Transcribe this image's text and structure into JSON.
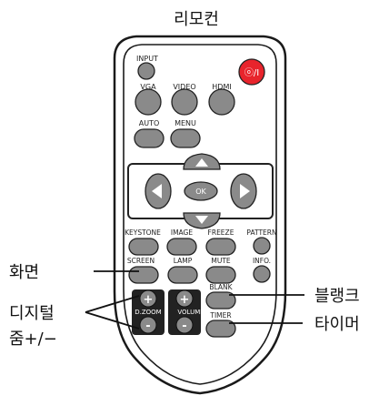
{
  "title": "리모컨",
  "remote": {
    "input_label": "INPUT",
    "power_label": "ⓞ/I",
    "vga_label": "VGA",
    "video_label": "VIDEO",
    "hdmi_label": "HDMI",
    "auto_label": "AUTO",
    "menu_label": "MENU",
    "ok_label": "OK",
    "keystone_label": "KEYSTONE",
    "image_label": "IMAGE",
    "freeze_label": "FREEZE",
    "pattern_label": "PATTERN",
    "screen_label": "SCREEN",
    "lamp_label": "LAMP",
    "mute_label": "MUTE",
    "info_label": "INFO.",
    "blank_label": "BLANK",
    "timer_label": "TIMER",
    "dzoom_label": "D.ZOOM",
    "volume_label": "VOLUME",
    "plus_glyph": "+",
    "minus_glyph": "-"
  },
  "callouts": {
    "screen": "화면",
    "digital_zoom_line1": "디지털",
    "digital_zoom_line2": "줌+/−",
    "blank": "블랭크",
    "timer": "타이머"
  },
  "colors": {
    "button_gray": "#8a8a8a",
    "power_red": "#e8242c",
    "rocker_dark": "#222222",
    "outline": "#1a1a1a"
  }
}
